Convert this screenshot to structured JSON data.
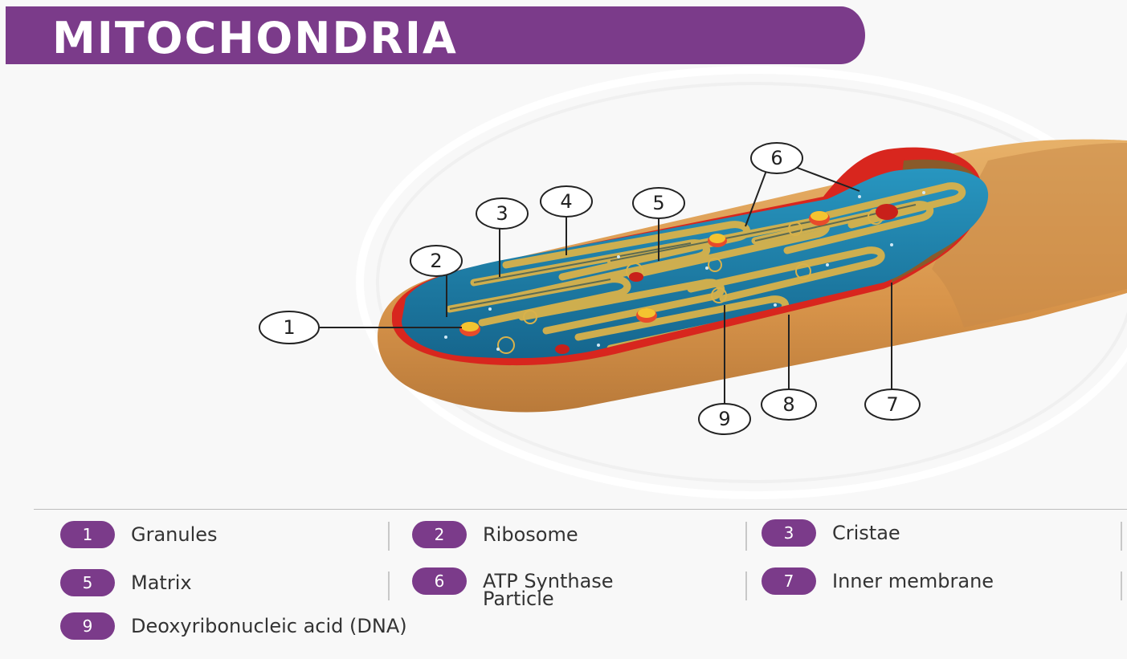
{
  "title": "MITOCHONDRIA",
  "callouts": [
    "1",
    "2",
    "3",
    "4",
    "5",
    "6",
    "7",
    "8",
    "9"
  ],
  "legend": [
    {
      "num": "1",
      "label": "Granules"
    },
    {
      "num": "2",
      "label": "Ribosome"
    },
    {
      "num": "3",
      "label": "Cristae"
    },
    {
      "num": "5",
      "label": "Matrix"
    },
    {
      "num": "6",
      "label": "ATP Synthase\nParticle"
    },
    {
      "num": "7",
      "label": "Inner membrane"
    },
    {
      "num": "9",
      "label": "Deoxyribonucleic acid (DNA)"
    }
  ],
  "colors": {
    "banner": "#7b3b8a",
    "outer_membrane": "#d89a4e",
    "inner_membrane": "#d8261e",
    "matrix": "#1e7fa6",
    "cristae": "#d9b24a",
    "legend_badge": "#7b3b8a"
  }
}
